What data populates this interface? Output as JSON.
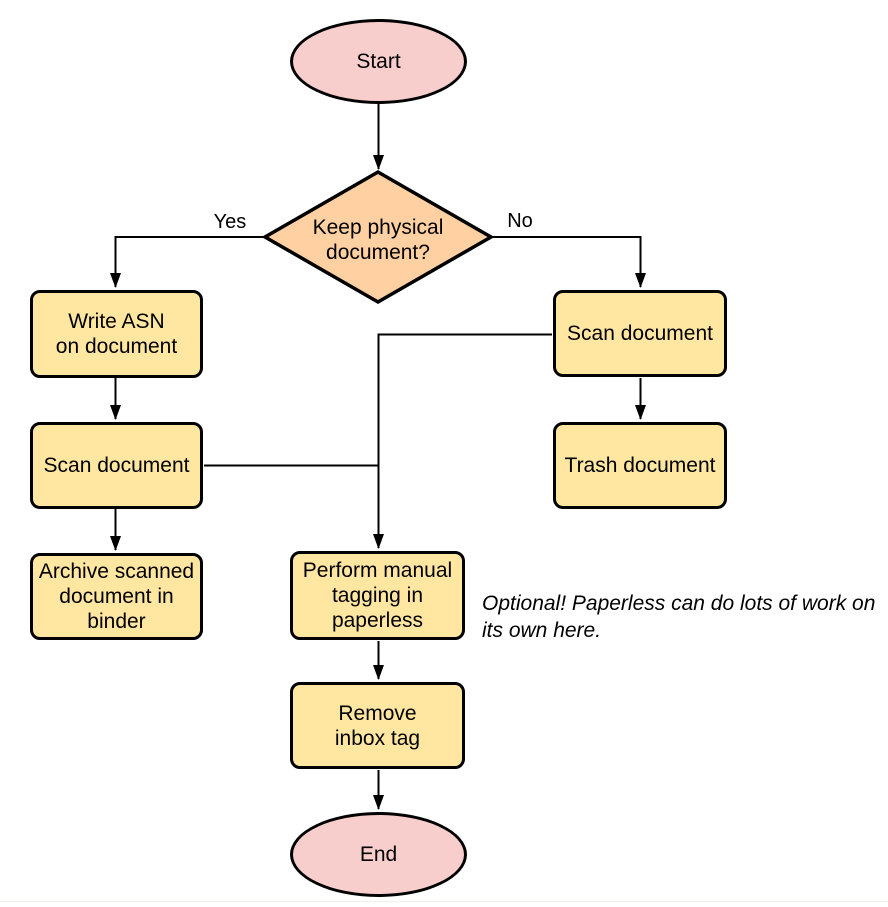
{
  "colors": {
    "canvas_bg": "#ffffff",
    "terminal_fill": "#f8cecc",
    "decision_fill": "#ffd0a1",
    "process_fill": "#ffe6a1",
    "node_stroke": "#000000",
    "connector": "#000000",
    "text": "#000000"
  },
  "nodes": {
    "start": {
      "label": "Start"
    },
    "decision": {
      "label": "Keep physical\ndocument?"
    },
    "write_asn": {
      "label": "Write ASN\non document"
    },
    "scan_left": {
      "label": "Scan document"
    },
    "archive": {
      "label": "Archive scanned\ndocument in\nbinder"
    },
    "scan_right": {
      "label": "Scan document"
    },
    "trash": {
      "label": "Trash document"
    },
    "tagging": {
      "label": "Perform manual\ntagging in\npaperless"
    },
    "remove_inbox": {
      "label": "Remove\ninbox tag"
    },
    "end": {
      "label": "End"
    }
  },
  "edge_labels": {
    "yes": "Yes",
    "no": "No"
  },
  "note": "Optional! Paperless can do lots of work on\nits own here."
}
